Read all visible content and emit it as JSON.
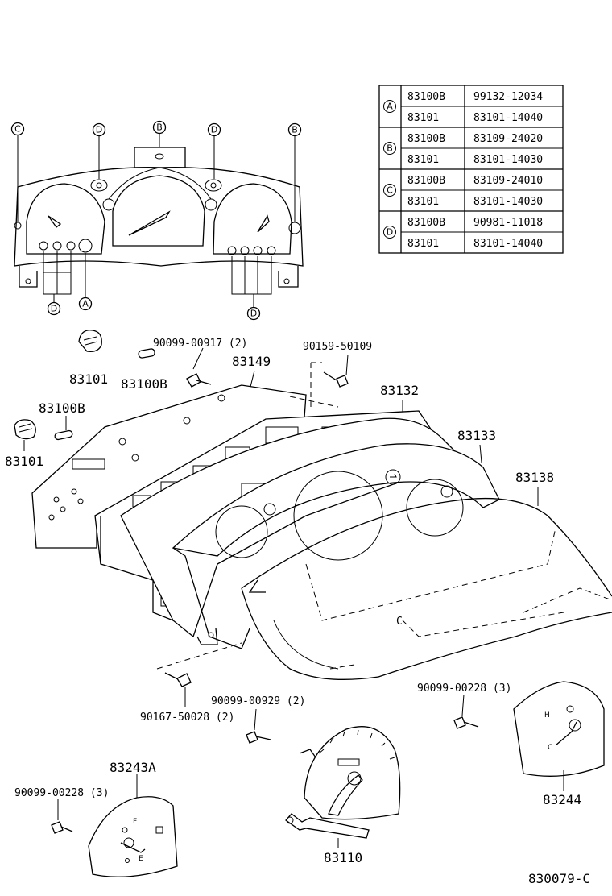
{
  "table": {
    "groups": [
      {
        "key": "A",
        "rows": [
          [
            "83100B",
            "99132-12034"
          ],
          [
            "83101",
            "83101-14040"
          ]
        ]
      },
      {
        "key": "B",
        "rows": [
          [
            "83100B",
            "83109-24020"
          ],
          [
            "83101",
            "83101-14030"
          ]
        ]
      },
      {
        "key": "C",
        "rows": [
          [
            "83100B",
            "83109-24010"
          ],
          [
            "83101",
            "83101-14030"
          ]
        ]
      },
      {
        "key": "D",
        "rows": [
          [
            "83100B",
            "90981-11018"
          ],
          [
            "83101",
            "83101-14040"
          ]
        ]
      }
    ]
  },
  "top_cluster": {
    "markers": [
      "C",
      "D",
      "B",
      "D",
      "B",
      "D",
      "A",
      "D"
    ]
  },
  "parts": {
    "p83101_a": "83101",
    "p83100b_a": "83100B",
    "p90099_00917": "90099-00917 (2)",
    "p83149": "83149",
    "p90159_50109": "90159-50109",
    "p83132": "83132",
    "p83100b_b": "83100B",
    "p83101_b": "83101",
    "p83133": "83133",
    "p83138": "83138",
    "p90099_00228_r": "90099-00228 (3)",
    "p90167_50028": "90167-50028 (2)",
    "p90099_00929": "90099-00929 (2)",
    "p83243a": "83243A",
    "p90099_00228_l": "90099-00228 (3)",
    "p83244": "83244",
    "p83110": "83110",
    "fig_code": "830079-C",
    "mark_c": "C"
  },
  "gauge_marks": {
    "temp_h": "H",
    "temp_c": "C",
    "fuel_f": "F",
    "fuel_e": "E"
  }
}
